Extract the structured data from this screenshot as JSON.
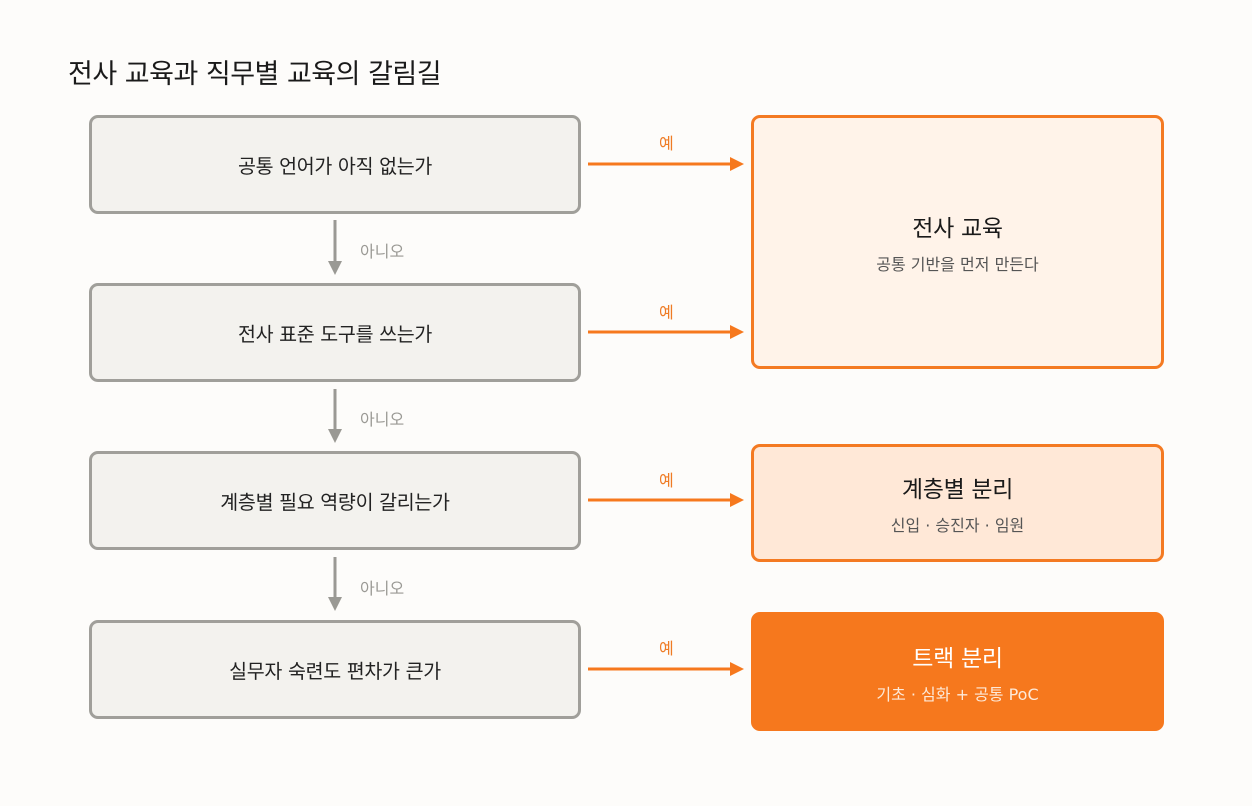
{
  "title": "전사 교육과 직무별 교육의 갈림길",
  "questions": [
    {
      "text": "공통 언어가 아직 없는가"
    },
    {
      "text": "전사 표준 도구를 쓰는가"
    },
    {
      "text": "계층별 필요 역량이 갈리는가"
    },
    {
      "text": "실무자 숙련도 편차가 큰가"
    }
  ],
  "yes_label": "예",
  "no_label": "아니오",
  "results": [
    {
      "title": "전사 교육",
      "subtitle": "공통 기반을 먼저 만든다"
    },
    {
      "title": "계층별 분리",
      "subtitle": "신입 · 승진자 · 임원"
    },
    {
      "title": "트랙 분리",
      "subtitle": "기초 · 심화 + 공통 PoC"
    }
  ],
  "colors": {
    "accent": "#f6781d",
    "question_border": "#a09f9a",
    "question_fill": "#f3f2ee",
    "result1_fill": "#fff3e9",
    "result2_fill": "#ffe8d7",
    "no_arrow": "#9a9994"
  }
}
